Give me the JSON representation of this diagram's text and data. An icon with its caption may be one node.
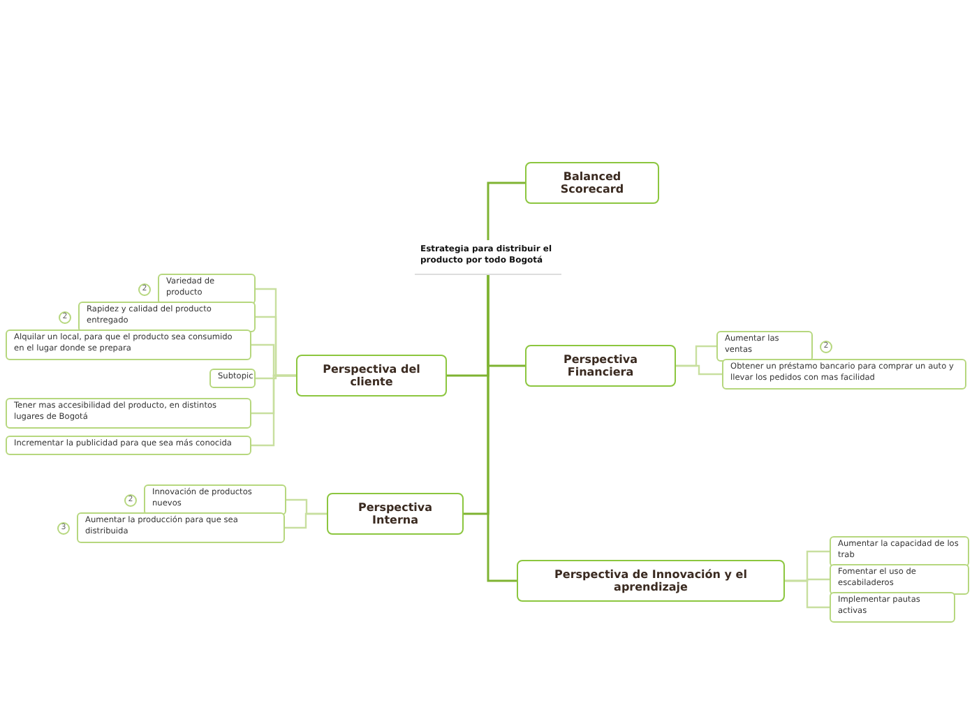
{
  "diagram": {
    "nodes": [
      {
        "text": [
          "Estrategia para distribuir el producto por todo Bogotá"
        ]
      },
      {
        "text": [
          "Balanced Scorecard"
        ]
      },
      {
        "text": [
          "Perspectiva del cliente"
        ]
      },
      {
        "text": [
          "Variedad de producto"
        ],
        "beside": [
          "2"
        ]
      },
      {
        "text": [
          "Rapidez y calidad del producto entregado"
        ],
        "beside": [
          "2"
        ]
      },
      {
        "text": [
          "Alquilar un local, para que el producto sea consumido en el lugar donde se prepara"
        ]
      },
      {
        "text": [
          "Subtopic"
        ]
      },
      {
        "text": [
          "Tener mas accesibilidad del producto, en distintos lugares de Bogotá"
        ]
      },
      {
        "text": [
          "Incrementar la publicidad para que sea más conocida"
        ]
      },
      {
        "text": [
          "Perspectiva Financiera"
        ]
      },
      {
        "text": [
          "Aumentar las ventas"
        ],
        "beside": [
          "2"
        ]
      },
      {
        "text": [
          "Obtener un préstamo bancario para comprar un auto y llevar los pedidos con mas facilidad"
        ]
      },
      {
        "text": [
          "Perspectiva Interna"
        ]
      },
      {
        "text": [
          "Innovación de productos nuevos"
        ],
        "beside": [
          "2"
        ]
      },
      {
        "text": [
          "Aumentar la producción para que sea distribuida"
        ],
        "beside": [
          "3"
        ]
      },
      {
        "text": [
          "Perspectiva de Innovación y el aprendizaje"
        ]
      },
      {
        "text": [
          "Aumentar la capacidad de los trab"
        ]
      },
      {
        "text": [
          "Fomentar el uso de escabiladeros"
        ]
      },
      {
        "text": [
          "Implementar pautas activas"
        ]
      }
    ],
    "edges": [
      {
        "from": 0,
        "to": 1,
        "arrow": "none",
        "color": "#7fb332"
      },
      {
        "from": 0,
        "to": 2,
        "arrow": "none",
        "color": "#7fb332"
      },
      {
        "from": 0,
        "to": 9,
        "arrow": "none",
        "color": "#7fb332"
      },
      {
        "from": 0,
        "to": 12,
        "arrow": "none",
        "color": "#7fb332"
      },
      {
        "from": 0,
        "to": 15,
        "arrow": "none",
        "color": "#7fb332"
      },
      {
        "from": 2,
        "to": 3,
        "arrow": "none"
      },
      {
        "from": 2,
        "to": 4,
        "arrow": "none"
      },
      {
        "from": 2,
        "to": 5,
        "arrow": "none"
      },
      {
        "from": 2,
        "to": 6,
        "arrow": "none"
      },
      {
        "from": 2,
        "to": 7,
        "arrow": "none"
      },
      {
        "from": 2,
        "to": 8,
        "arrow": "none"
      },
      {
        "from": 9,
        "to": 10,
        "arrow": "none"
      },
      {
        "from": 9,
        "to": 11,
        "arrow": "none"
      },
      {
        "from": 12,
        "to": 13,
        "arrow": "none"
      },
      {
        "from": 12,
        "to": 14,
        "arrow": "none"
      },
      {
        "from": 15,
        "to": 16,
        "arrow": "none"
      },
      {
        "from": 15,
        "to": 17,
        "arrow": "none"
      },
      {
        "from": 15,
        "to": 18,
        "arrow": "none"
      }
    ]
  }
}
